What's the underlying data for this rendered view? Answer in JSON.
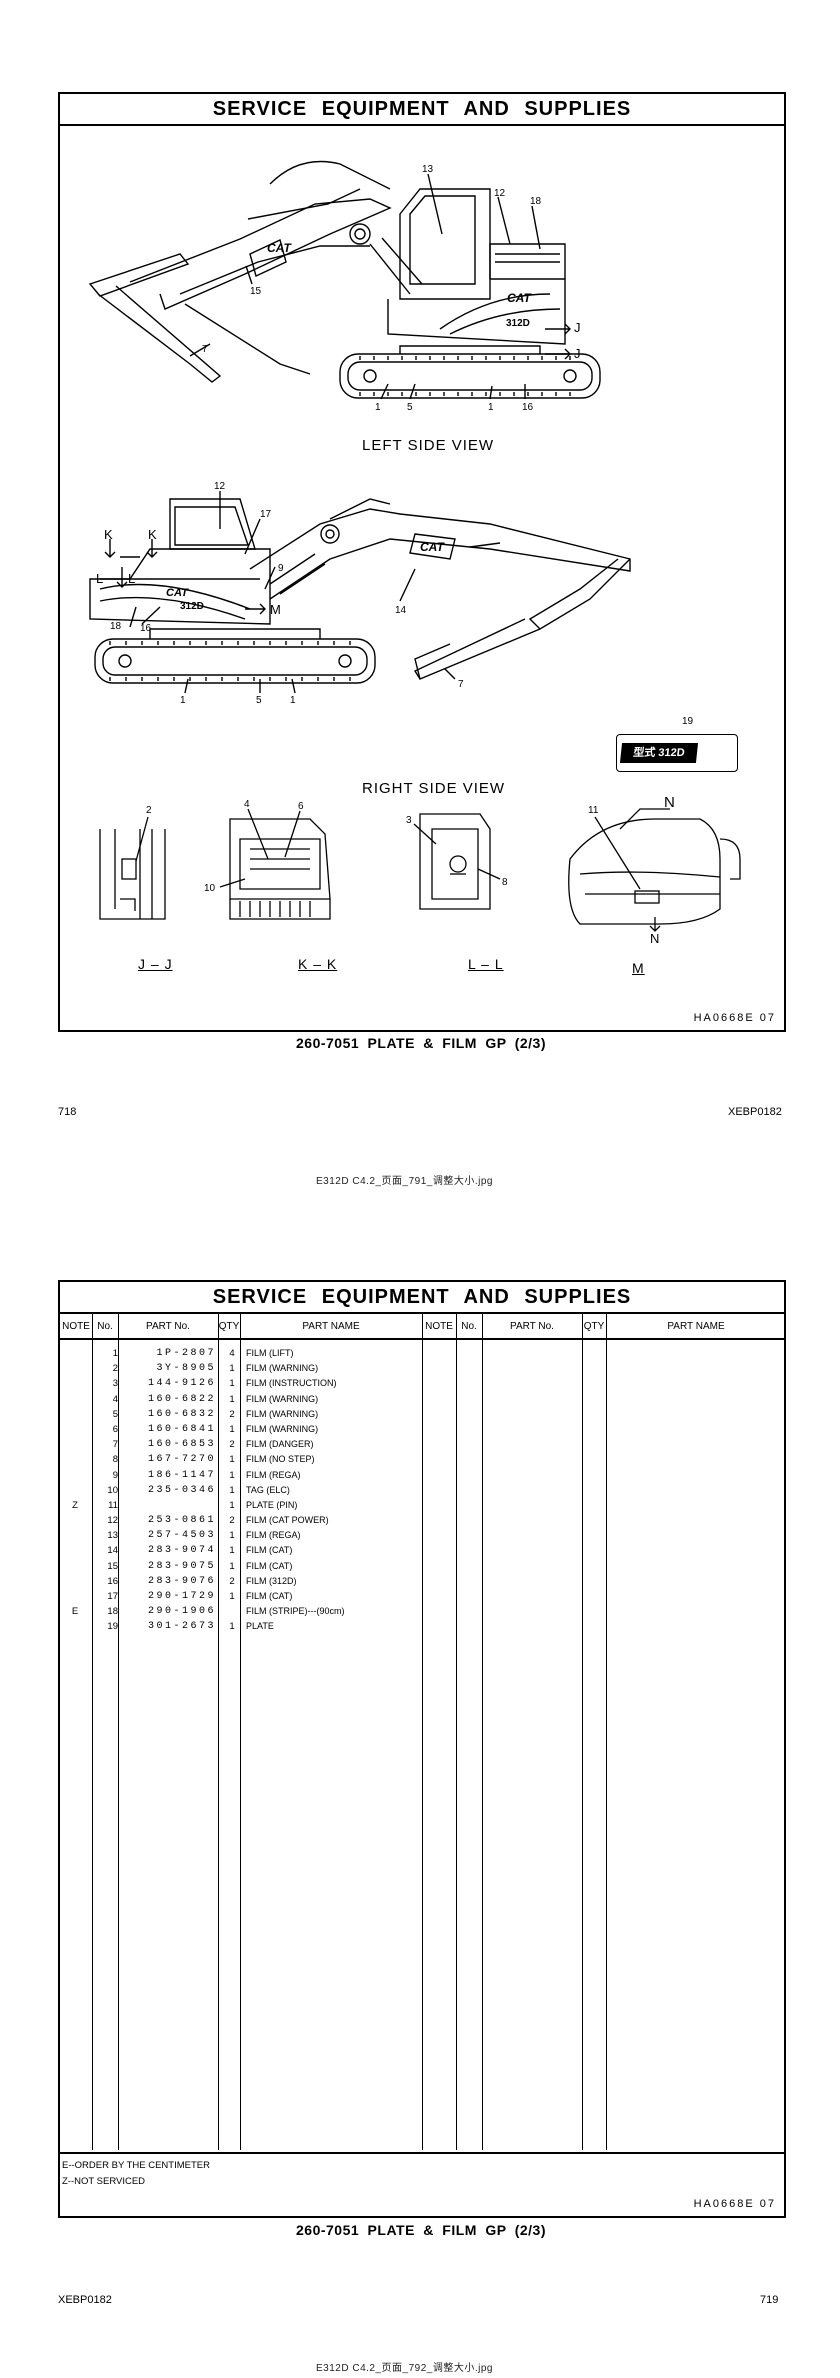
{
  "page1": {
    "title": "SERVICE  EQUIPMENT  AND  SUPPLIES",
    "left_view_label": "LEFT SIDE VIEW",
    "right_view_label": "RIGHT SIDE VIEW",
    "sections": [
      "J – J",
      "K – K",
      "L – L",
      "M"
    ],
    "n_label": "N",
    "plate_text": "型式  312D",
    "plate_callout": "19",
    "model_decal": "312D",
    "brand_decal": "CAT",
    "code": "HA0668E   07",
    "caption": "260-7051  PLATE & FILM GP (2/3)",
    "page_number": "718",
    "doc_code": "XEBP0182",
    "file_caption": "E312D   C4.2_页面_791_调整大小.jpg",
    "callouts": {
      "left": [
        "13",
        "12",
        "18",
        "15",
        "7",
        "1",
        "5",
        "1",
        "16",
        "J",
        "J"
      ],
      "right": [
        "12",
        "17",
        "K",
        "K",
        "L",
        "L",
        "18",
        "16",
        "9",
        "M",
        "14",
        "7",
        "1",
        "5",
        "1"
      ],
      "details": [
        "2",
        "4",
        "6",
        "10",
        "3",
        "8",
        "11",
        "N"
      ]
    }
  },
  "page2": {
    "title": "SERVICE  EQUIPMENT  AND  SUPPLIES",
    "columns": [
      "NOTE",
      "No.",
      "PART No.",
      "QTY",
      "PART NAME"
    ],
    "rows": [
      {
        "note": "",
        "no": "1",
        "part": "1P-2807",
        "qty": "4",
        "name": "FILM (LIFT)"
      },
      {
        "note": "",
        "no": "2",
        "part": "3Y-8905",
        "qty": "1",
        "name": "FILM (WARNING)"
      },
      {
        "note": "",
        "no": "3",
        "part": "144-9126",
        "qty": "1",
        "name": "FILM (INSTRUCTION)"
      },
      {
        "note": "",
        "no": "4",
        "part": "160-6822",
        "qty": "1",
        "name": "FILM (WARNING)"
      },
      {
        "note": "",
        "no": "5",
        "part": "160-6832",
        "qty": "2",
        "name": "FILM (WARNING)"
      },
      {
        "note": "",
        "no": "6",
        "part": "160-6841",
        "qty": "1",
        "name": "FILM (WARNING)"
      },
      {
        "note": "",
        "no": "7",
        "part": "160-6853",
        "qty": "2",
        "name": "FILM (DANGER)"
      },
      {
        "note": "",
        "no": "8",
        "part": "167-7270",
        "qty": "1",
        "name": "FILM (NO  STEP)"
      },
      {
        "note": "",
        "no": "9",
        "part": "186-1147",
        "qty": "1",
        "name": "FILM (REGA)"
      },
      {
        "note": "",
        "no": "10",
        "part": "235-0346",
        "qty": "1",
        "name": "TAG (ELC)"
      },
      {
        "note": "Z",
        "no": "11",
        "part": "",
        "qty": "1",
        "name": "PLATE (PIN)"
      },
      {
        "note": "",
        "no": "12",
        "part": "253-0861",
        "qty": "2",
        "name": "FILM (CAT  POWER)"
      },
      {
        "note": "",
        "no": "13",
        "part": "257-4503",
        "qty": "1",
        "name": "FILM (REGA)"
      },
      {
        "note": "",
        "no": "14",
        "part": "283-9074",
        "qty": "1",
        "name": "FILM (CAT)"
      },
      {
        "note": "",
        "no": "15",
        "part": "283-9075",
        "qty": "1",
        "name": "FILM (CAT)"
      },
      {
        "note": "",
        "no": "16",
        "part": "283-9076",
        "qty": "2",
        "name": "FILM (312D)"
      },
      {
        "note": "",
        "no": "17",
        "part": "290-1729",
        "qty": "1",
        "name": "FILM (CAT)"
      },
      {
        "note": "E",
        "no": "18",
        "part": "290-1906",
        "qty": "",
        "name": "FILM (STRIPE)---(90cm)"
      },
      {
        "note": "",
        "no": "19",
        "part": "301-2673",
        "qty": "1",
        "name": "PLATE"
      }
    ],
    "notes": [
      "E--ORDER  BY  THE  CENTIMETER",
      "Z--NOT  SERVICED"
    ],
    "code": "HA0668E   07",
    "caption": "260-7051  PLATE & FILM GP (2/3)",
    "doc_code": "XEBP0182",
    "page_number": "719",
    "file_caption": "E312D   C4.2_页面_792_调整大小.jpg"
  }
}
